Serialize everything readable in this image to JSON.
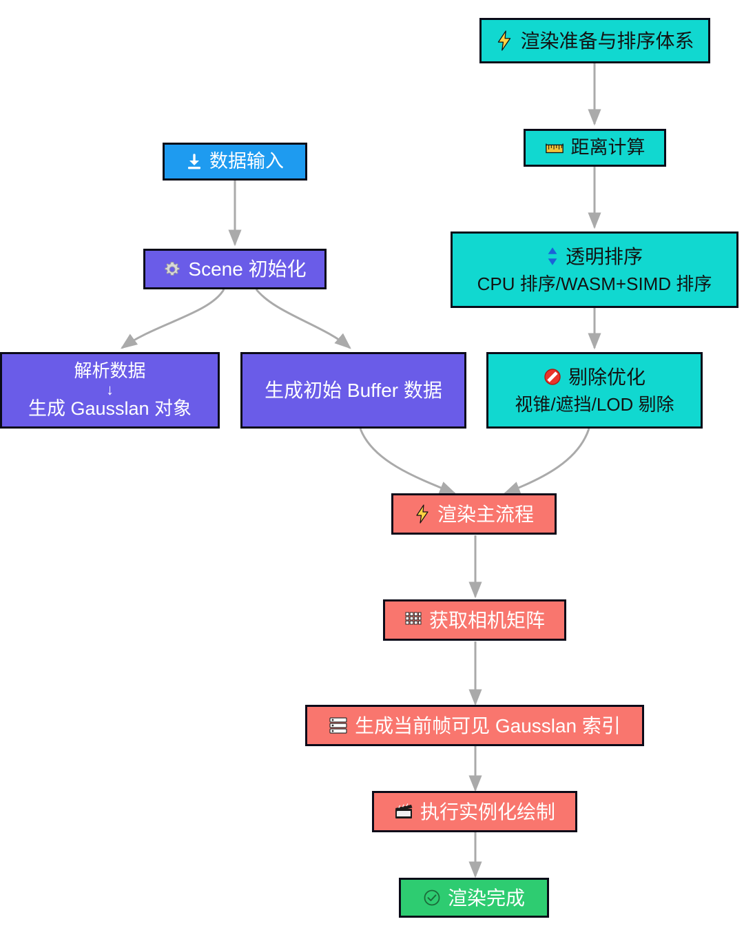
{
  "diagram": {
    "title": "渲染准备与排序体系",
    "colors": {
      "blue": "#1e9bf0",
      "purple": "#6a5ce8",
      "teal": "#11d8d0",
      "salmon": "#f9766e",
      "green": "#2ecc71",
      "border": "#0a0a18",
      "edge": "#aaaaaa"
    },
    "nodes": {
      "render_prep": {
        "label": "渲染准备与排序体系",
        "icon": "lightning-icon",
        "icon_glyph": "⚡",
        "color": "teal"
      },
      "distance_calc": {
        "label": "距离计算",
        "icon": "ruler-icon",
        "icon_glyph": "📏",
        "color": "teal"
      },
      "transparent_sort": {
        "label": "透明排序",
        "sublabel": "CPU 排序/WASM+SIMD 排序",
        "icon": "updown-arrow-icon",
        "icon_glyph": "⬍",
        "color": "teal"
      },
      "cull_optimize": {
        "label": "剔除优化",
        "sublabel": "视锥/遮挡/LOD 剔除",
        "icon": "prohibited-icon",
        "icon_glyph": "🚫",
        "color": "teal"
      },
      "data_input": {
        "label": "数据输入",
        "icon": "download-icon",
        "icon_glyph": "⬇",
        "color": "blue"
      },
      "scene_init": {
        "label": "Scene 初始化",
        "icon": "gear-icon",
        "icon_glyph": "⚙",
        "color": "purple"
      },
      "parse_data": {
        "label": "解析数据",
        "arrow": "↓",
        "sublabel": "生成 Gausslan 对象",
        "color": "purple"
      },
      "init_buffer": {
        "label": "生成初始 Buffer 数据",
        "color": "purple"
      },
      "render_main": {
        "label": "渲染主流程",
        "icon": "lightning-icon",
        "icon_glyph": "⚡",
        "color": "salmon"
      },
      "camera_matrix": {
        "label": "获取相机矩阵",
        "icon": "grid-matrix-icon",
        "color": "salmon"
      },
      "visible_index": {
        "label": "生成当前帧可见 Gausslan 索引",
        "icon": "stacked-list-icon",
        "color": "salmon"
      },
      "instanced_draw": {
        "label": "执行实例化绘制",
        "icon": "clapperboard-icon",
        "color": "salmon"
      },
      "render_done": {
        "label": "渲染完成",
        "icon": "check-circle-icon",
        "color": "green"
      }
    }
  }
}
